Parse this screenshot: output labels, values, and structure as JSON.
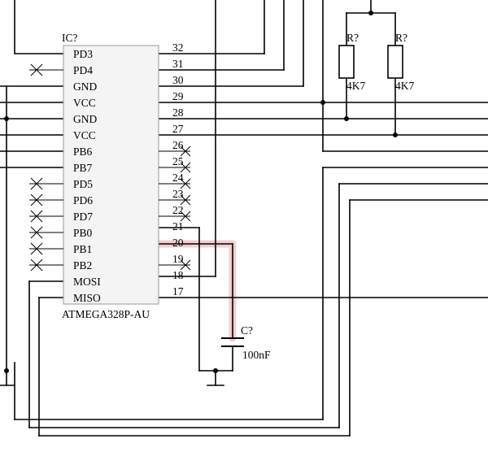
{
  "colors": {
    "wire": "#000000",
    "ic_fill": "#f4f4f4",
    "ic_stroke": "#9a9a9a",
    "highlight": "#e5a0a0"
  },
  "ic": {
    "designator": "IC?",
    "part": "ATMEGA328P-AU",
    "left_pins": [
      {
        "name": "PD3",
        "nc": false
      },
      {
        "name": "PD4",
        "nc": true
      },
      {
        "name": "GND",
        "nc": false
      },
      {
        "name": "VCC",
        "nc": false
      },
      {
        "name": "GND",
        "nc": false
      },
      {
        "name": "VCC",
        "nc": false
      },
      {
        "name": "PB6",
        "nc": false
      },
      {
        "name": "PB7",
        "nc": false
      },
      {
        "name": "PD5",
        "nc": true
      },
      {
        "name": "PD6",
        "nc": true
      },
      {
        "name": "PD7",
        "nc": true
      },
      {
        "name": "PB0",
        "nc": true
      },
      {
        "name": "PB1",
        "nc": true
      },
      {
        "name": "PB2",
        "nc": true
      },
      {
        "name": "MOSI",
        "nc": false
      },
      {
        "name": "MISO",
        "nc": false
      }
    ],
    "right_pins": [
      {
        "number": "32",
        "nc": false
      },
      {
        "number": "31",
        "nc": false
      },
      {
        "number": "30",
        "nc": false
      },
      {
        "number": "29",
        "nc": false
      },
      {
        "number": "28",
        "nc": false
      },
      {
        "number": "27",
        "nc": false
      },
      {
        "number": "26",
        "nc": true
      },
      {
        "number": "25",
        "nc": true
      },
      {
        "number": "24",
        "nc": true
      },
      {
        "number": "23",
        "nc": true
      },
      {
        "number": "22",
        "nc": true
      },
      {
        "number": "21",
        "nc": false
      },
      {
        "number": "20",
        "nc": false
      },
      {
        "number": "19",
        "nc": true
      },
      {
        "number": "18",
        "nc": false
      },
      {
        "number": "17",
        "nc": false
      }
    ]
  },
  "resistors": [
    {
      "designator": "R?",
      "value": "4K7"
    },
    {
      "designator": "R?",
      "value": "4K7"
    }
  ],
  "capacitor": {
    "designator": "C?",
    "value": "100nF"
  }
}
